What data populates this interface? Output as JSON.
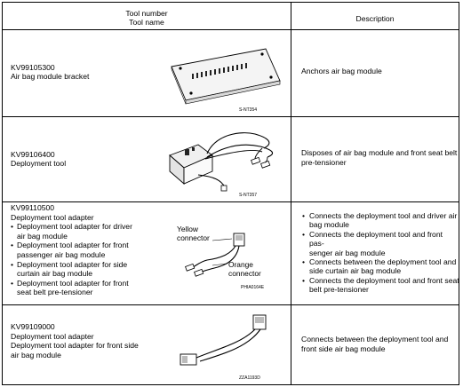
{
  "header": {
    "col1_line1": "Tool number",
    "col1_line2": "Tool name",
    "col2": "Description"
  },
  "rows": [
    {
      "number": "KV99105300",
      "name": "Air bag module bracket",
      "figure_code": "S-NT354",
      "description": "Anchors air bag module"
    },
    {
      "number": "KV99106400",
      "name": "Deployment tool",
      "figure_code": "S-NT357",
      "description_line1": "Disposes of air bag module and front seat belt",
      "description_line2": "pre-tensioner"
    },
    {
      "number": "KV99110500",
      "name": "Deployment tool adapter",
      "items": [
        [
          "Deployment tool adapter for driver",
          "air bag module"
        ],
        [
          "Deployment tool adapter for front",
          "passenger air bag module"
        ],
        [
          "Deployment tool adapter for side",
          "curtain air bag module"
        ],
        [
          "Deployment tool adapter for front",
          "seat belt pre-tensioner"
        ]
      ],
      "figure_code": "PHIA0164E",
      "label_yellow": [
        "Yellow",
        "connector"
      ],
      "label_orange": [
        "Orange",
        "connector"
      ],
      "description_items": [
        [
          "Connects the deployment tool and driver air",
          "bag module"
        ],
        [
          "Connects the deployment tool and front pas-",
          "senger air bag module"
        ],
        [
          "Connects between the deployment tool and",
          "side curtain air bag module"
        ],
        [
          "Connects the deployment tool and front seat",
          "belt pre-tensioner"
        ]
      ]
    },
    {
      "number": "KV99109000",
      "name_line1": "Deployment tool adapter",
      "name_line2": "Deployment tool adapter for front side",
      "name_line3": "air bag module",
      "figure_code": "ZZA1193D",
      "description_line1": "Connects between the deployment tool and",
      "description_line2": "front side air bag module"
    }
  ]
}
